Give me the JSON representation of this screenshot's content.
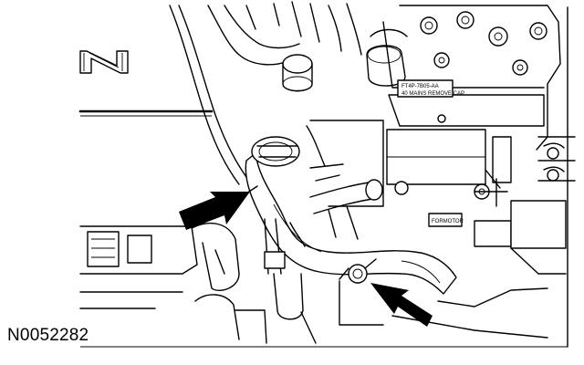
{
  "figure": {
    "reference_number": "N0052282",
    "part_label_line1": "FT4P-7B05-AA",
    "part_label_line2": "40 MAINS REMOVE CAP",
    "tag_text": "FORMOTOR",
    "orientation_letter": "N"
  },
  "callouts": [
    {
      "name": "upper-left-arrow",
      "direction": "right"
    },
    {
      "name": "lower-right-arrow",
      "direction": "up-left"
    }
  ]
}
